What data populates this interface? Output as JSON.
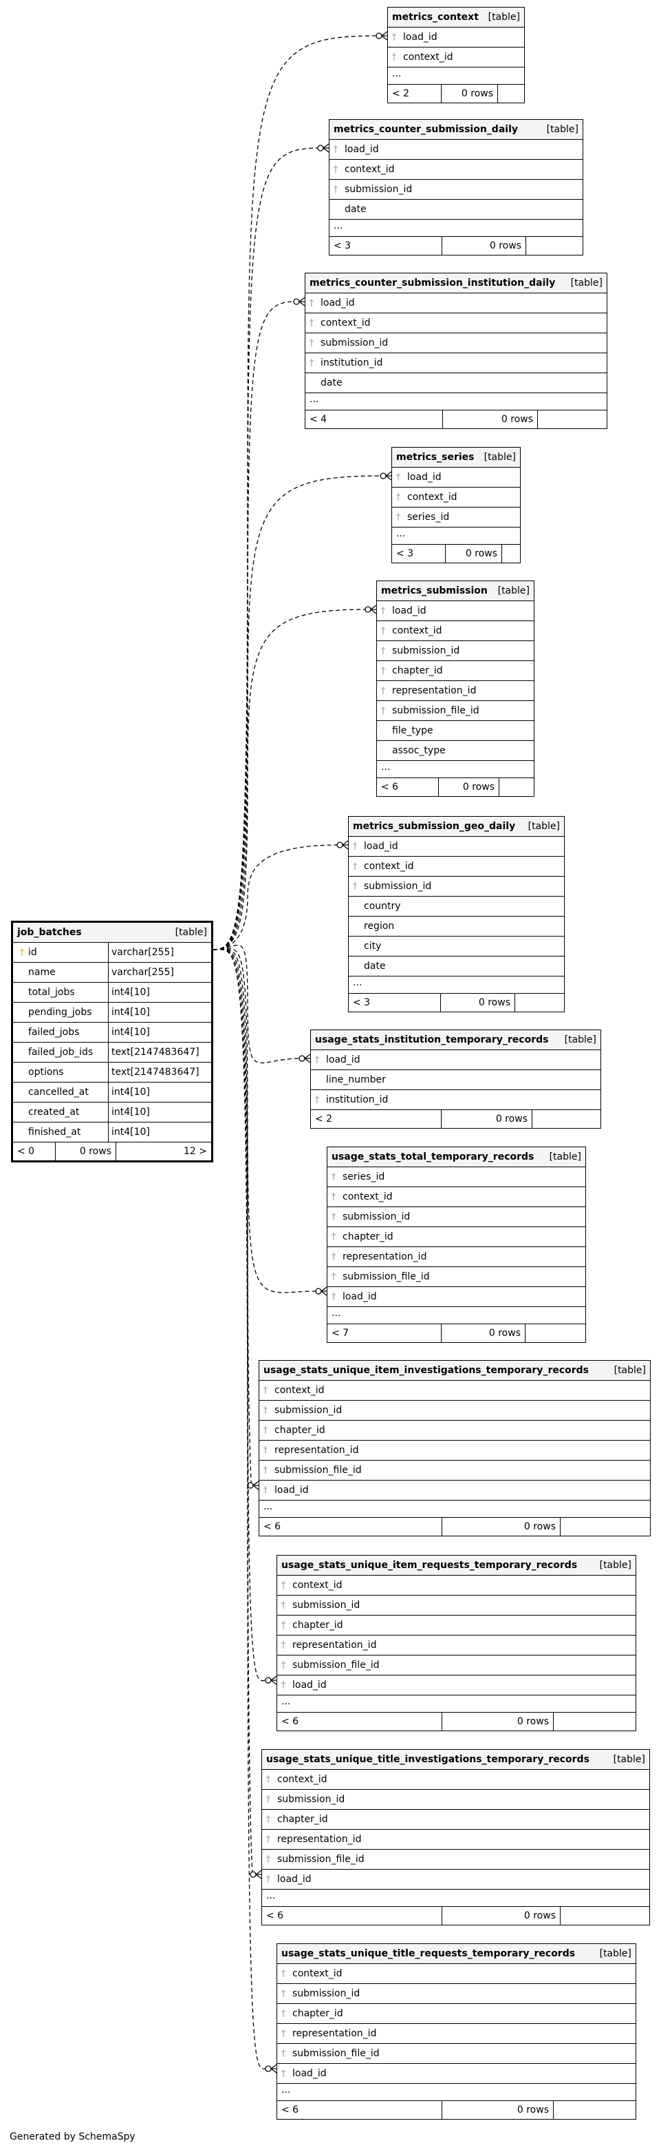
{
  "footer": "Generated by SchemaSpy",
  "main_table": {
    "name": "job_batches",
    "type": "[table]",
    "columns": [
      {
        "name": "id",
        "type": "varchar[255]",
        "key": "pk"
      },
      {
        "name": "name",
        "type": "varchar[255]",
        "key": ""
      },
      {
        "name": "total_jobs",
        "type": "int4[10]",
        "key": ""
      },
      {
        "name": "pending_jobs",
        "type": "int4[10]",
        "key": ""
      },
      {
        "name": "failed_jobs",
        "type": "int4[10]",
        "key": ""
      },
      {
        "name": "failed_job_ids",
        "type": "text[2147483647]",
        "key": ""
      },
      {
        "name": "options",
        "type": "text[2147483647]",
        "key": ""
      },
      {
        "name": "cancelled_at",
        "type": "int4[10]",
        "key": ""
      },
      {
        "name": "created_at",
        "type": "int4[10]",
        "key": ""
      },
      {
        "name": "finished_at",
        "type": "int4[10]",
        "key": ""
      }
    ],
    "footer": [
      "< 0",
      "0 rows",
      "12 >"
    ]
  },
  "tables": [
    {
      "name": "metrics_context",
      "type": "[table]",
      "columns": [
        {
          "name": "load_id",
          "key": "fk"
        },
        {
          "name": "context_id",
          "key": "fk"
        }
      ],
      "ellipsis": "...",
      "footer": [
        "< 2",
        "0 rows",
        ""
      ]
    },
    {
      "name": "metrics_counter_submission_daily",
      "type": "[table]",
      "columns": [
        {
          "name": "load_id",
          "key": "fk"
        },
        {
          "name": "context_id",
          "key": "fk"
        },
        {
          "name": "submission_id",
          "key": "fk"
        },
        {
          "name": "date",
          "key": ""
        }
      ],
      "ellipsis": "...",
      "footer": [
        "< 3",
        "0 rows",
        ""
      ]
    },
    {
      "name": "metrics_counter_submission_institution_daily",
      "type": "[table]",
      "columns": [
        {
          "name": "load_id",
          "key": "fk"
        },
        {
          "name": "context_id",
          "key": "fk"
        },
        {
          "name": "submission_id",
          "key": "fk"
        },
        {
          "name": "institution_id",
          "key": "fk"
        },
        {
          "name": "date",
          "key": ""
        }
      ],
      "ellipsis": "...",
      "footer": [
        "< 4",
        "0 rows",
        ""
      ]
    },
    {
      "name": "metrics_series",
      "type": "[table]",
      "columns": [
        {
          "name": "load_id",
          "key": "fk"
        },
        {
          "name": "context_id",
          "key": "fk"
        },
        {
          "name": "series_id",
          "key": "fk"
        }
      ],
      "ellipsis": "...",
      "footer": [
        "< 3",
        "0 rows",
        ""
      ]
    },
    {
      "name": "metrics_submission",
      "type": "[table]",
      "columns": [
        {
          "name": "load_id",
          "key": "fk"
        },
        {
          "name": "context_id",
          "key": "fk"
        },
        {
          "name": "submission_id",
          "key": "fk"
        },
        {
          "name": "chapter_id",
          "key": "fk"
        },
        {
          "name": "representation_id",
          "key": "fk"
        },
        {
          "name": "submission_file_id",
          "key": "fk"
        },
        {
          "name": "file_type",
          "key": ""
        },
        {
          "name": "assoc_type",
          "key": ""
        }
      ],
      "ellipsis": "...",
      "footer": [
        "< 6",
        "0 rows",
        ""
      ]
    },
    {
      "name": "metrics_submission_geo_daily",
      "type": "[table]",
      "columns": [
        {
          "name": "load_id",
          "key": "fk"
        },
        {
          "name": "context_id",
          "key": "fk"
        },
        {
          "name": "submission_id",
          "key": "fk"
        },
        {
          "name": "country",
          "key": ""
        },
        {
          "name": "region",
          "key": ""
        },
        {
          "name": "city",
          "key": ""
        },
        {
          "name": "date",
          "key": ""
        }
      ],
      "ellipsis": "...",
      "footer": [
        "< 3",
        "0 rows",
        ""
      ]
    },
    {
      "name": "usage_stats_institution_temporary_records",
      "type": "[table]",
      "columns": [
        {
          "name": "load_id",
          "key": "fk"
        },
        {
          "name": "line_number",
          "key": ""
        },
        {
          "name": "institution_id",
          "key": "fk"
        }
      ],
      "ellipsis": "",
      "footer": [
        "< 2",
        "0 rows",
        ""
      ]
    },
    {
      "name": "usage_stats_total_temporary_records",
      "type": "[table]",
      "columns": [
        {
          "name": "series_id",
          "key": "fk"
        },
        {
          "name": "context_id",
          "key": "fk"
        },
        {
          "name": "submission_id",
          "key": "fk"
        },
        {
          "name": "chapter_id",
          "key": "fk"
        },
        {
          "name": "representation_id",
          "key": "fk"
        },
        {
          "name": "submission_file_id",
          "key": "fk"
        },
        {
          "name": "load_id",
          "key": "fk"
        }
      ],
      "ellipsis": "...",
      "footer": [
        "< 7",
        "0 rows",
        ""
      ]
    },
    {
      "name": "usage_stats_unique_item_investigations_temporary_records",
      "type": "[table]",
      "columns": [
        {
          "name": "context_id",
          "key": "fk"
        },
        {
          "name": "submission_id",
          "key": "fk"
        },
        {
          "name": "chapter_id",
          "key": "fk"
        },
        {
          "name": "representation_id",
          "key": "fk"
        },
        {
          "name": "submission_file_id",
          "key": "fk"
        },
        {
          "name": "load_id",
          "key": "fk"
        }
      ],
      "ellipsis": "...",
      "footer": [
        "< 6",
        "0 rows",
        ""
      ]
    },
    {
      "name": "usage_stats_unique_item_requests_temporary_records",
      "type": "[table]",
      "columns": [
        {
          "name": "context_id",
          "key": "fk"
        },
        {
          "name": "submission_id",
          "key": "fk"
        },
        {
          "name": "chapter_id",
          "key": "fk"
        },
        {
          "name": "representation_id",
          "key": "fk"
        },
        {
          "name": "submission_file_id",
          "key": "fk"
        },
        {
          "name": "load_id",
          "key": "fk"
        }
      ],
      "ellipsis": "...",
      "footer": [
        "< 6",
        "0 rows",
        ""
      ]
    },
    {
      "name": "usage_stats_unique_title_investigations_temporary_records",
      "type": "[table]",
      "columns": [
        {
          "name": "context_id",
          "key": "fk"
        },
        {
          "name": "submission_id",
          "key": "fk"
        },
        {
          "name": "chapter_id",
          "key": "fk"
        },
        {
          "name": "representation_id",
          "key": "fk"
        },
        {
          "name": "submission_file_id",
          "key": "fk"
        },
        {
          "name": "load_id",
          "key": "fk"
        }
      ],
      "ellipsis": "...",
      "footer": [
        "< 6",
        "0 rows",
        ""
      ]
    },
    {
      "name": "usage_stats_unique_title_requests_temporary_records",
      "type": "[table]",
      "columns": [
        {
          "name": "context_id",
          "key": "fk"
        },
        {
          "name": "submission_id",
          "key": "fk"
        },
        {
          "name": "chapter_id",
          "key": "fk"
        },
        {
          "name": "representation_id",
          "key": "fk"
        },
        {
          "name": "submission_file_id",
          "key": "fk"
        },
        {
          "name": "load_id",
          "key": "fk"
        }
      ],
      "ellipsis": "...",
      "footer": [
        "< 6",
        "0 rows",
        ""
      ]
    }
  ]
}
